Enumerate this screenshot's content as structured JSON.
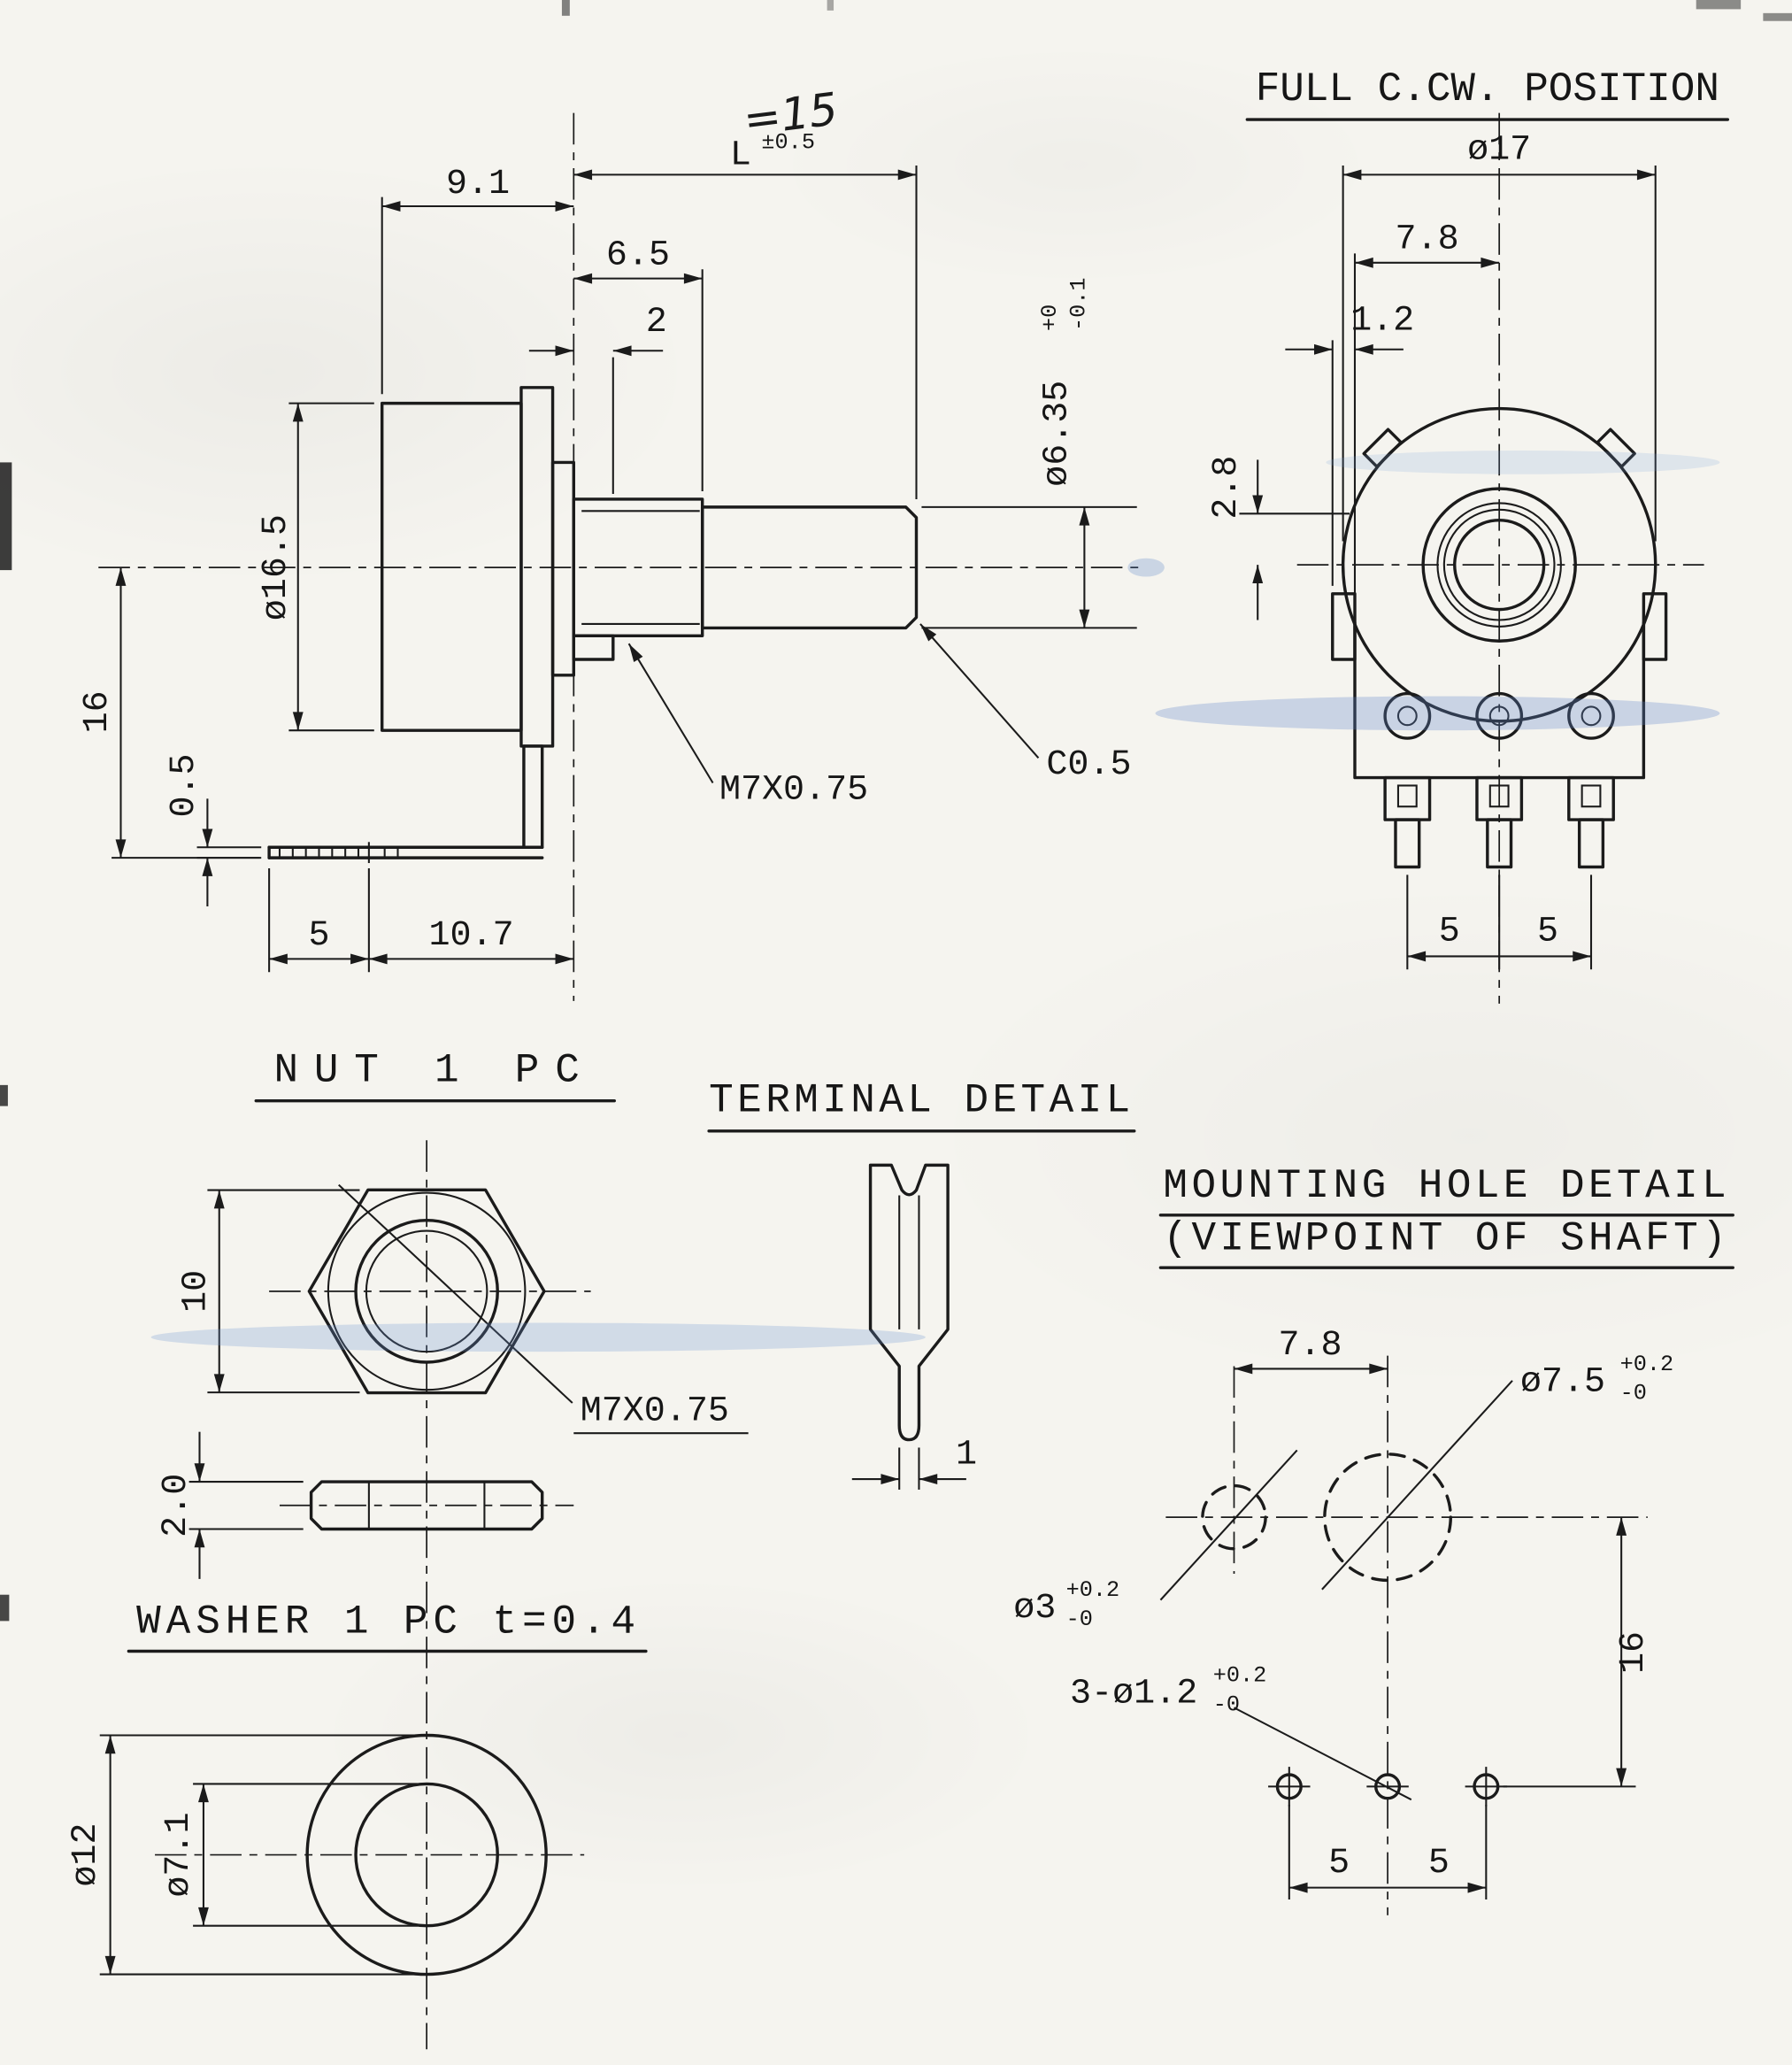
{
  "document": {
    "type": "scanned potentiometer dimension drawing",
    "line_color": "#1b1b1b",
    "paper_color": "#f5f4ef",
    "highlight_color": "#6289c9"
  },
  "side_view": {
    "handwritten_note": "=15",
    "shaft_length": "L",
    "shaft_length_tol": "±0.5",
    "body_depth": "9.1",
    "bushing_length": "6.5",
    "tab_length": "2",
    "body_dia": "ø16.5",
    "center_height": "16",
    "terminal_thickness": "0.5",
    "terminal_tip": "5",
    "terminal_reach": "10.7",
    "shaft_dia": "ø6.35",
    "shaft_dia_plus": "+0",
    "shaft_dia_minus": "-0.1",
    "thread_callout": "M7X0.75",
    "chamfer": "C0.5"
  },
  "front_view": {
    "title": "FULL C.CW. POSITION",
    "body_dia": "ø17",
    "tab_offset": "7.8",
    "tab_width": "1.2",
    "tab_height": "2.8",
    "pitch_left": "5",
    "pitch_right": "5"
  },
  "nut_view": {
    "title": "NUT 1 PC",
    "across_flats": "10",
    "thickness": "2.0",
    "thread_callout": "M7X0.75"
  },
  "terminal_view": {
    "title": "TERMINAL DETAIL",
    "pin_width": "1"
  },
  "mounting_view": {
    "title_line1": "MOUNTING HOLE DETAIL",
    "title_line2": "(VIEWPOINT OF SHAFT)",
    "hole_offset": "7.8",
    "main_hole": "ø7.5",
    "main_hole_plus": "+0.2",
    "main_hole_minus": "-0",
    "index_hole": "ø3",
    "index_hole_plus": "+0.2",
    "index_hole_minus": "-0",
    "terminal_holes": "3-ø1.2",
    "terminal_holes_plus": "+0.2",
    "terminal_holes_minus": "-0",
    "vertical_offset": "16",
    "pitch_left": "5",
    "pitch_right": "5"
  },
  "washer_view": {
    "title": "WASHER 1 PC t=0.4",
    "outer_dia": "ø12",
    "inner_dia": "ø7.1"
  }
}
